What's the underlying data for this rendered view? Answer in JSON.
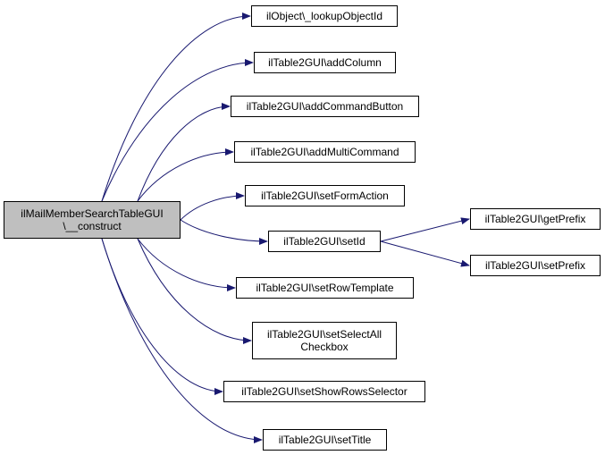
{
  "diagram": {
    "type": "call-graph",
    "colors": {
      "edge": "#191970",
      "root_fill": "#bfbfbf",
      "node_fill": "#ffffff",
      "border": "#000000"
    },
    "nodes": [
      {
        "id": "root",
        "lines": [
          "ilMailMemberSearchTableGUI",
          "\\__construct"
        ],
        "root": true
      },
      {
        "id": "lookupObjectId",
        "lines": [
          "ilObject\\_lookupObjectId"
        ]
      },
      {
        "id": "addColumn",
        "lines": [
          "ilTable2GUI\\addColumn"
        ]
      },
      {
        "id": "addCommandButton",
        "lines": [
          "ilTable2GUI\\addCommandButton"
        ]
      },
      {
        "id": "addMultiCommand",
        "lines": [
          "ilTable2GUI\\addMultiCommand"
        ]
      },
      {
        "id": "setFormAction",
        "lines": [
          "ilTable2GUI\\setFormAction"
        ]
      },
      {
        "id": "setId",
        "lines": [
          "ilTable2GUI\\setId"
        ]
      },
      {
        "id": "setRowTemplate",
        "lines": [
          "ilTable2GUI\\setRowTemplate"
        ]
      },
      {
        "id": "setSelectAllCheckbox",
        "lines": [
          "ilTable2GUI\\setSelectAll",
          "Checkbox"
        ]
      },
      {
        "id": "setShowRowsSelector",
        "lines": [
          "ilTable2GUI\\setShowRowsSelector"
        ]
      },
      {
        "id": "setTitle",
        "lines": [
          "ilTable2GUI\\setTitle"
        ]
      },
      {
        "id": "getPrefix",
        "lines": [
          "ilTable2GUI\\getPrefix"
        ]
      },
      {
        "id": "setPrefix",
        "lines": [
          "ilTable2GUI\\setPrefix"
        ]
      }
    ],
    "edges": [
      {
        "from": "root",
        "to": "lookupObjectId"
      },
      {
        "from": "root",
        "to": "addColumn"
      },
      {
        "from": "root",
        "to": "addCommandButton"
      },
      {
        "from": "root",
        "to": "addMultiCommand"
      },
      {
        "from": "root",
        "to": "setFormAction"
      },
      {
        "from": "root",
        "to": "setId"
      },
      {
        "from": "root",
        "to": "setRowTemplate"
      },
      {
        "from": "root",
        "to": "setSelectAllCheckbox"
      },
      {
        "from": "root",
        "to": "setShowRowsSelector"
      },
      {
        "from": "root",
        "to": "setTitle"
      },
      {
        "from": "setId",
        "to": "getPrefix"
      },
      {
        "from": "setId",
        "to": "setPrefix"
      }
    ]
  }
}
